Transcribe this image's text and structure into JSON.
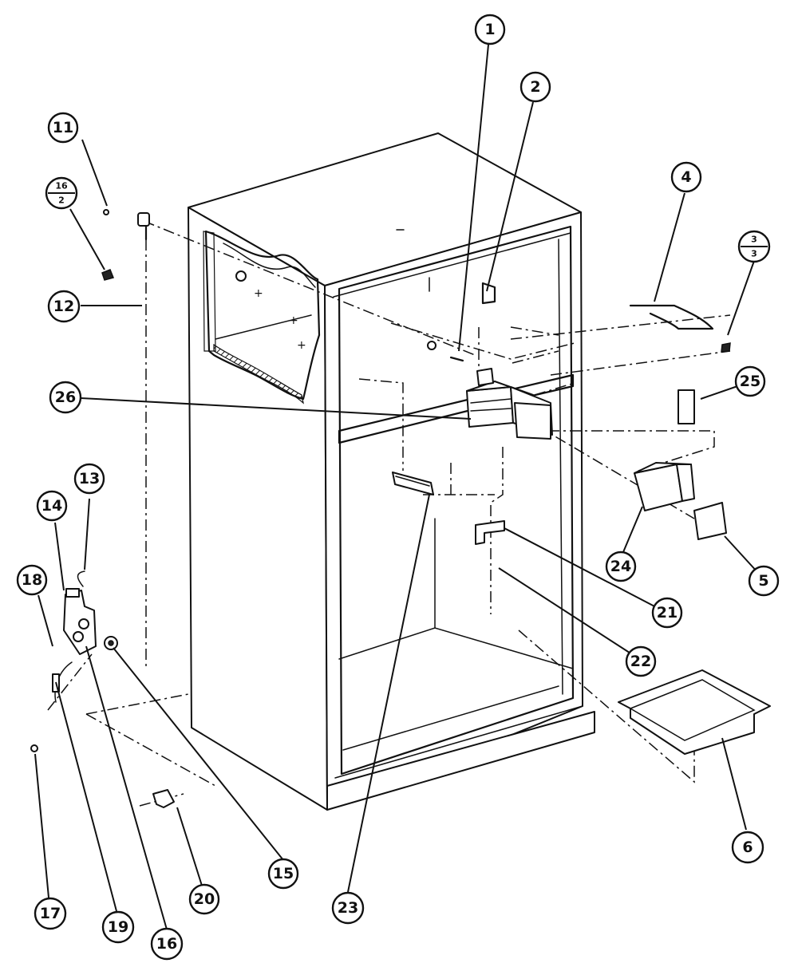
{
  "callouts": {
    "c1": "1",
    "c2": "2",
    "c4": "4",
    "c5": "5",
    "c6": "6",
    "c11": "11",
    "c12": "12",
    "c13": "13",
    "c14": "14",
    "c15": "15",
    "c16": "16",
    "c17": "17",
    "c18": "18",
    "c19": "19",
    "c20": "20",
    "c21": "21",
    "c22": "22",
    "c23": "23",
    "c24": "24",
    "c25": "25",
    "c26": "26"
  },
  "fraction_callouts": {
    "c16_2": {
      "top": "16",
      "bottom": "2"
    },
    "c3_3": {
      "top": "3",
      "bottom": "3"
    }
  }
}
